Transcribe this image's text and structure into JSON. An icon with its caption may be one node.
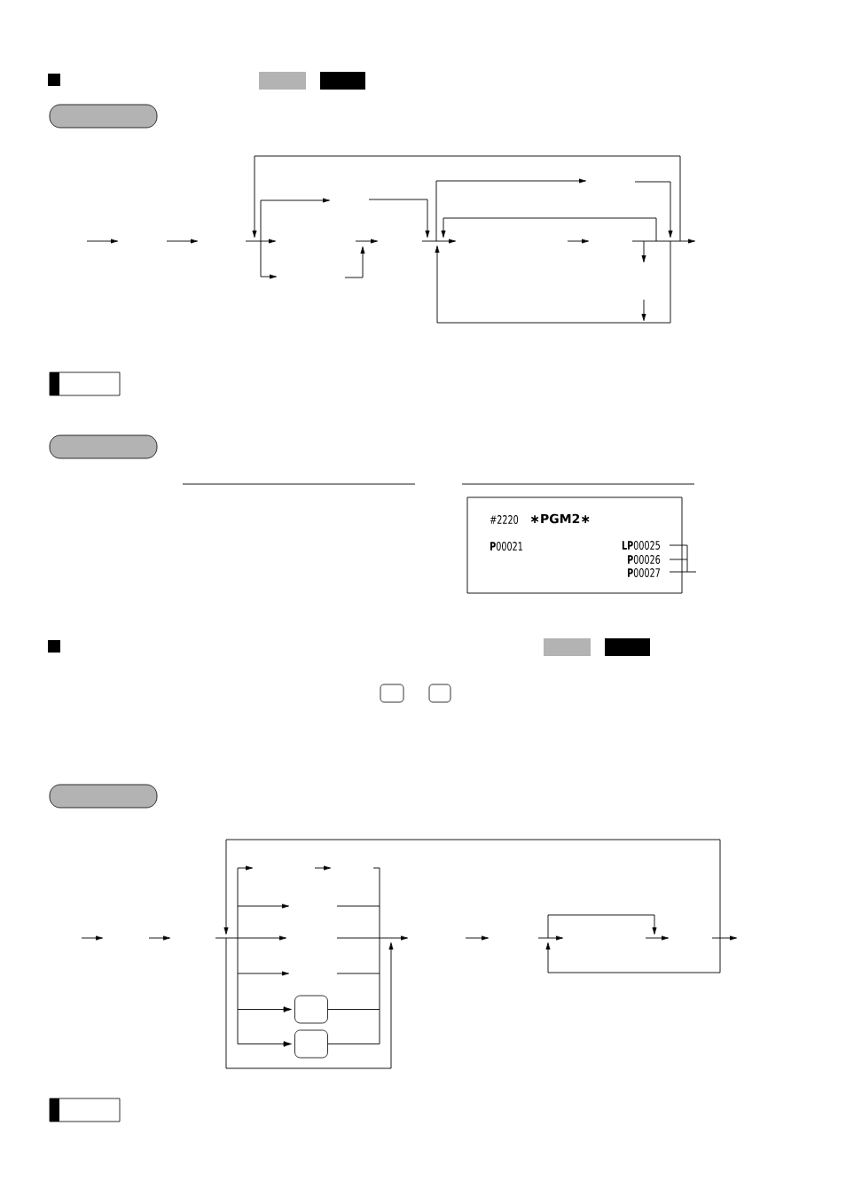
{
  "diagram": {
    "nodes": [
      {
        "text": [],
        "shape": "box"
      },
      {
        "text": [],
        "shape": "box"
      },
      {
        "text": [
          "#2220",
          "∗PGM2∗",
          "**P**00021",
          "**LP**00025",
          "**P**00026",
          "**P**00027"
        ]
      },
      {
        "text": [],
        "shape": "box"
      },
      {
        "text": [],
        "shape": "box"
      },
      {
        "text": [],
        "shape": "box"
      },
      {
        "text": [],
        "shape": "box"
      },
      {
        "text": [],
        "shape": "box"
      }
    ],
    "edges": [
      {
        "from": null,
        "to": 6,
        "arrow": "to"
      },
      {
        "from": 6,
        "to": null,
        "arrow": "none"
      },
      {
        "from": null,
        "to": 7,
        "arrow": "to"
      },
      {
        "from": 7,
        "to": null,
        "arrow": "none"
      }
    ]
  }
}
